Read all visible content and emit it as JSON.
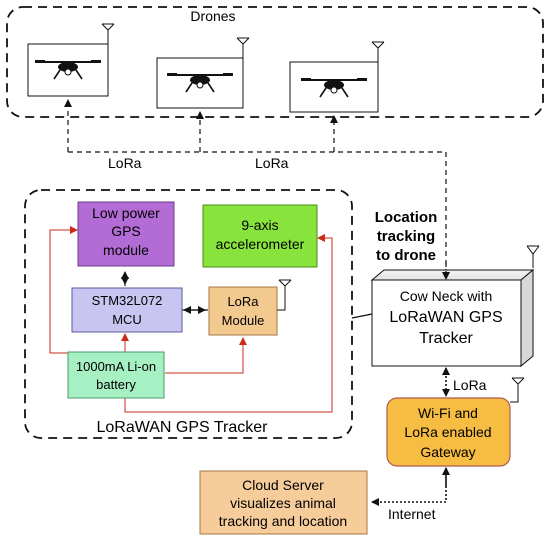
{
  "drones_group": {
    "title": "Drones",
    "drone_count": 3
  },
  "links": {
    "lora_left": "LoRa",
    "lora_right": "LoRa",
    "lora_gateway": "LoRa",
    "internet": "Internet"
  },
  "location_note": [
    "Location",
    "tracking",
    "to drone"
  ],
  "tracker_group": {
    "title": "LoRaWAN GPS Tracker"
  },
  "blocks": {
    "gps": {
      "lines": [
        "Low power",
        "GPS",
        "module"
      ],
      "fill": "#b36cd6"
    },
    "accelerometer": {
      "lines": [
        "9-axis",
        "accelerometer"
      ],
      "fill": "#88e43c"
    },
    "mcu": {
      "lines": [
        "STM32L072",
        "MCU"
      ],
      "fill": "#c8c6f1"
    },
    "lora_module": {
      "lines": [
        "LoRa",
        "Module"
      ],
      "fill": "#f2c98e"
    },
    "battery": {
      "lines": [
        "1000mA Li-on",
        "battery"
      ],
      "fill": "#a7f0c3"
    },
    "cow_neck": {
      "lines": [
        "Cow Neck with",
        "LoRaWAN GPS",
        "Tracker"
      ]
    },
    "gateway": {
      "lines": [
        "Wi-Fi and",
        "LoRa enabled",
        "Gateway"
      ],
      "fill": "#f7bd42"
    },
    "cloud": {
      "lines": [
        "Cloud Server",
        "visualizes animal",
        "tracking and location"
      ],
      "fill": "#f6cc9b"
    }
  },
  "colors": {
    "power_wire": "#cc2b1a",
    "dashed_group": "#111111"
  }
}
